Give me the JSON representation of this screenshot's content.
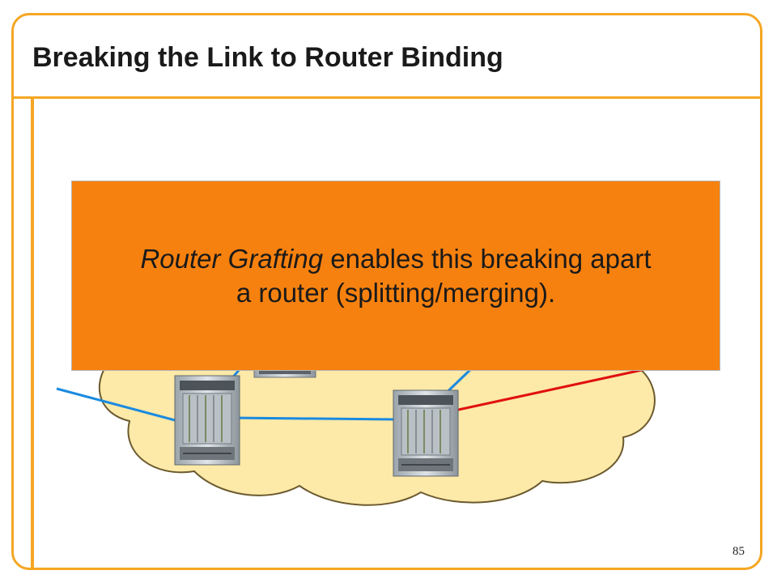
{
  "slide": {
    "title": "Breaking the Link to Router Binding",
    "callout": {
      "emphasis": "Router Grafting",
      "line1_rest": " enables this breaking apart",
      "line2": "a router (splitting/merging)."
    },
    "page_number": "85"
  },
  "colors": {
    "frame": "#f5a623",
    "callout_fill": "#f7810f",
    "cloud_fill": "#fde9a8",
    "cloud_outline": "#6b5a2e",
    "link_blue": "#1a8ae0",
    "link_red": "#e01010"
  },
  "icons": [
    "router-chassis-icon"
  ]
}
